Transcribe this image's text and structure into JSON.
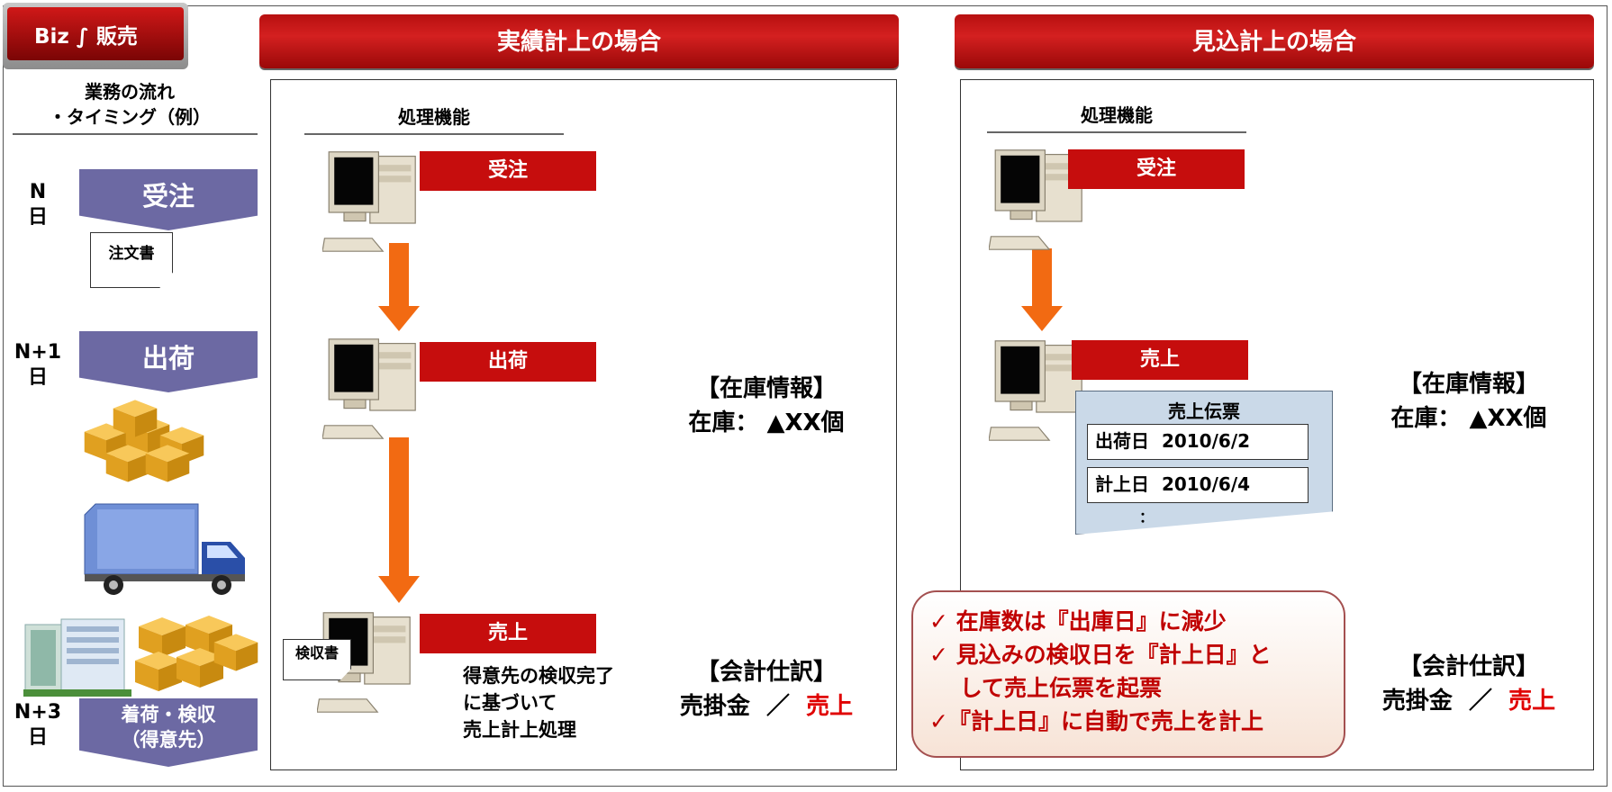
{
  "logo": {
    "text": "Biz ∫ 販売"
  },
  "sections": {
    "actual_title": "実績計上の場合",
    "planned_title": "見込計上の場合"
  },
  "flow": {
    "header_line1": "業務の流れ",
    "header_line2": "・タイミング（例）",
    "steps": [
      {
        "day_line1": "N",
        "day_line2": "日",
        "label": "受注",
        "doc": "注文書"
      },
      {
        "day_line1": "N+1",
        "day_line2": "日",
        "label": "出荷"
      },
      {
        "day_line1": "N+3",
        "day_line2": "日",
        "label_line1": "着荷・検収",
        "label_line2": "（得意先）"
      }
    ]
  },
  "actual": {
    "function_header": "処理機能",
    "steps": [
      "受注",
      "出荷",
      "売上"
    ],
    "acceptance_doc": "検収書",
    "description": [
      "得意先の検収完了",
      "に基づいて",
      "売上計上処理"
    ],
    "inventory_title": "【在庫情報】",
    "inventory_value": "在庫： ▲XX個",
    "accounting_title": "【会計仕訳】",
    "accounting_debit": "売掛金",
    "accounting_sep": "／",
    "accounting_credit": "売上"
  },
  "planned": {
    "function_header": "処理機能",
    "steps": [
      "受注",
      "売上"
    ],
    "slip_title": "売上伝票",
    "slip_fields": [
      {
        "label": "出荷日",
        "value": "2010/6/2"
      },
      {
        "label": "計上日",
        "value": "2010/6/4"
      }
    ],
    "slip_more": "：",
    "notes": [
      "✓ 在庫数は『出庫日』に減少",
      "✓ 見込みの検収日を『計上日』と",
      "　 して売上伝票を起票",
      "✓『計上日』に自動で売上を計上"
    ],
    "inventory_title": "【在庫情報】",
    "inventory_value": "在庫： ▲XX個",
    "accounting_title": "【会計仕訳】",
    "accounting_debit": "売掛金",
    "accounting_sep": "／",
    "accounting_credit": "売上"
  },
  "colors": {
    "banner_red": "#c01515",
    "flow_purple": "#6c69a3",
    "arrow_orange": "#f26a12",
    "step_red": "#c60d0d",
    "slip_blue": "#cad9e8",
    "note_text": "#c00000"
  },
  "icons": [
    "computer-icon",
    "boxes-icon",
    "truck-icon",
    "warehouse-icon",
    "down-arrow-icon",
    "document-icon"
  ]
}
